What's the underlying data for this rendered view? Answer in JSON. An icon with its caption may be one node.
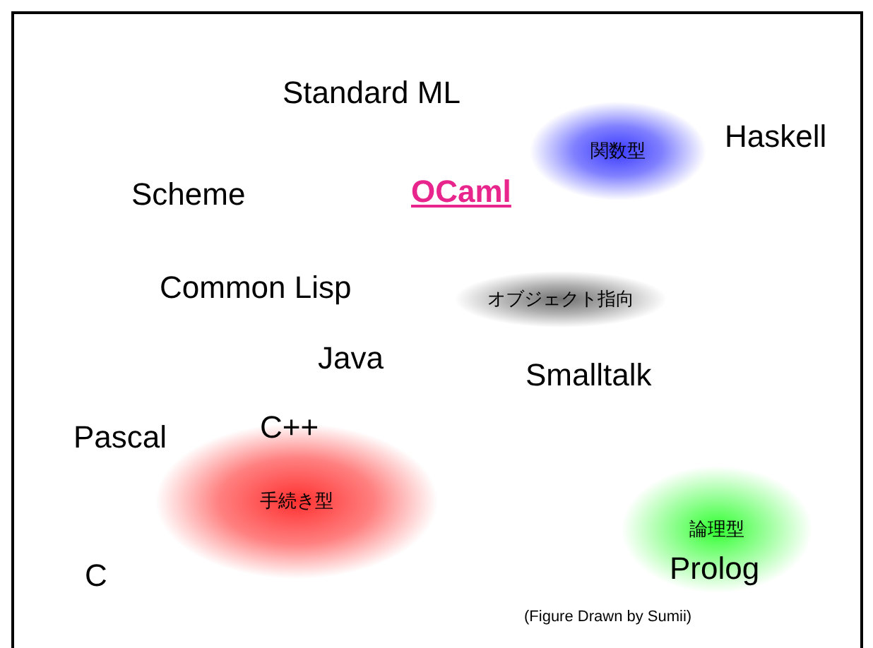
{
  "diagram": {
    "nodes": [
      {
        "text": [
          "関数型"
        ]
      },
      {
        "text": [
          "オブジェクト指向"
        ]
      },
      {
        "text": [
          "手続き型"
        ]
      },
      {
        "text": [
          "論理型"
        ]
      }
    ],
    "labels": [
      "Standard ML",
      "Haskell",
      "Scheme",
      "OCaml",
      "Common Lisp",
      "Java",
      "Smalltalk",
      "Pascal",
      "C++",
      "C",
      "Prolog",
      "(Figure Drawn by Sumii)"
    ]
  }
}
